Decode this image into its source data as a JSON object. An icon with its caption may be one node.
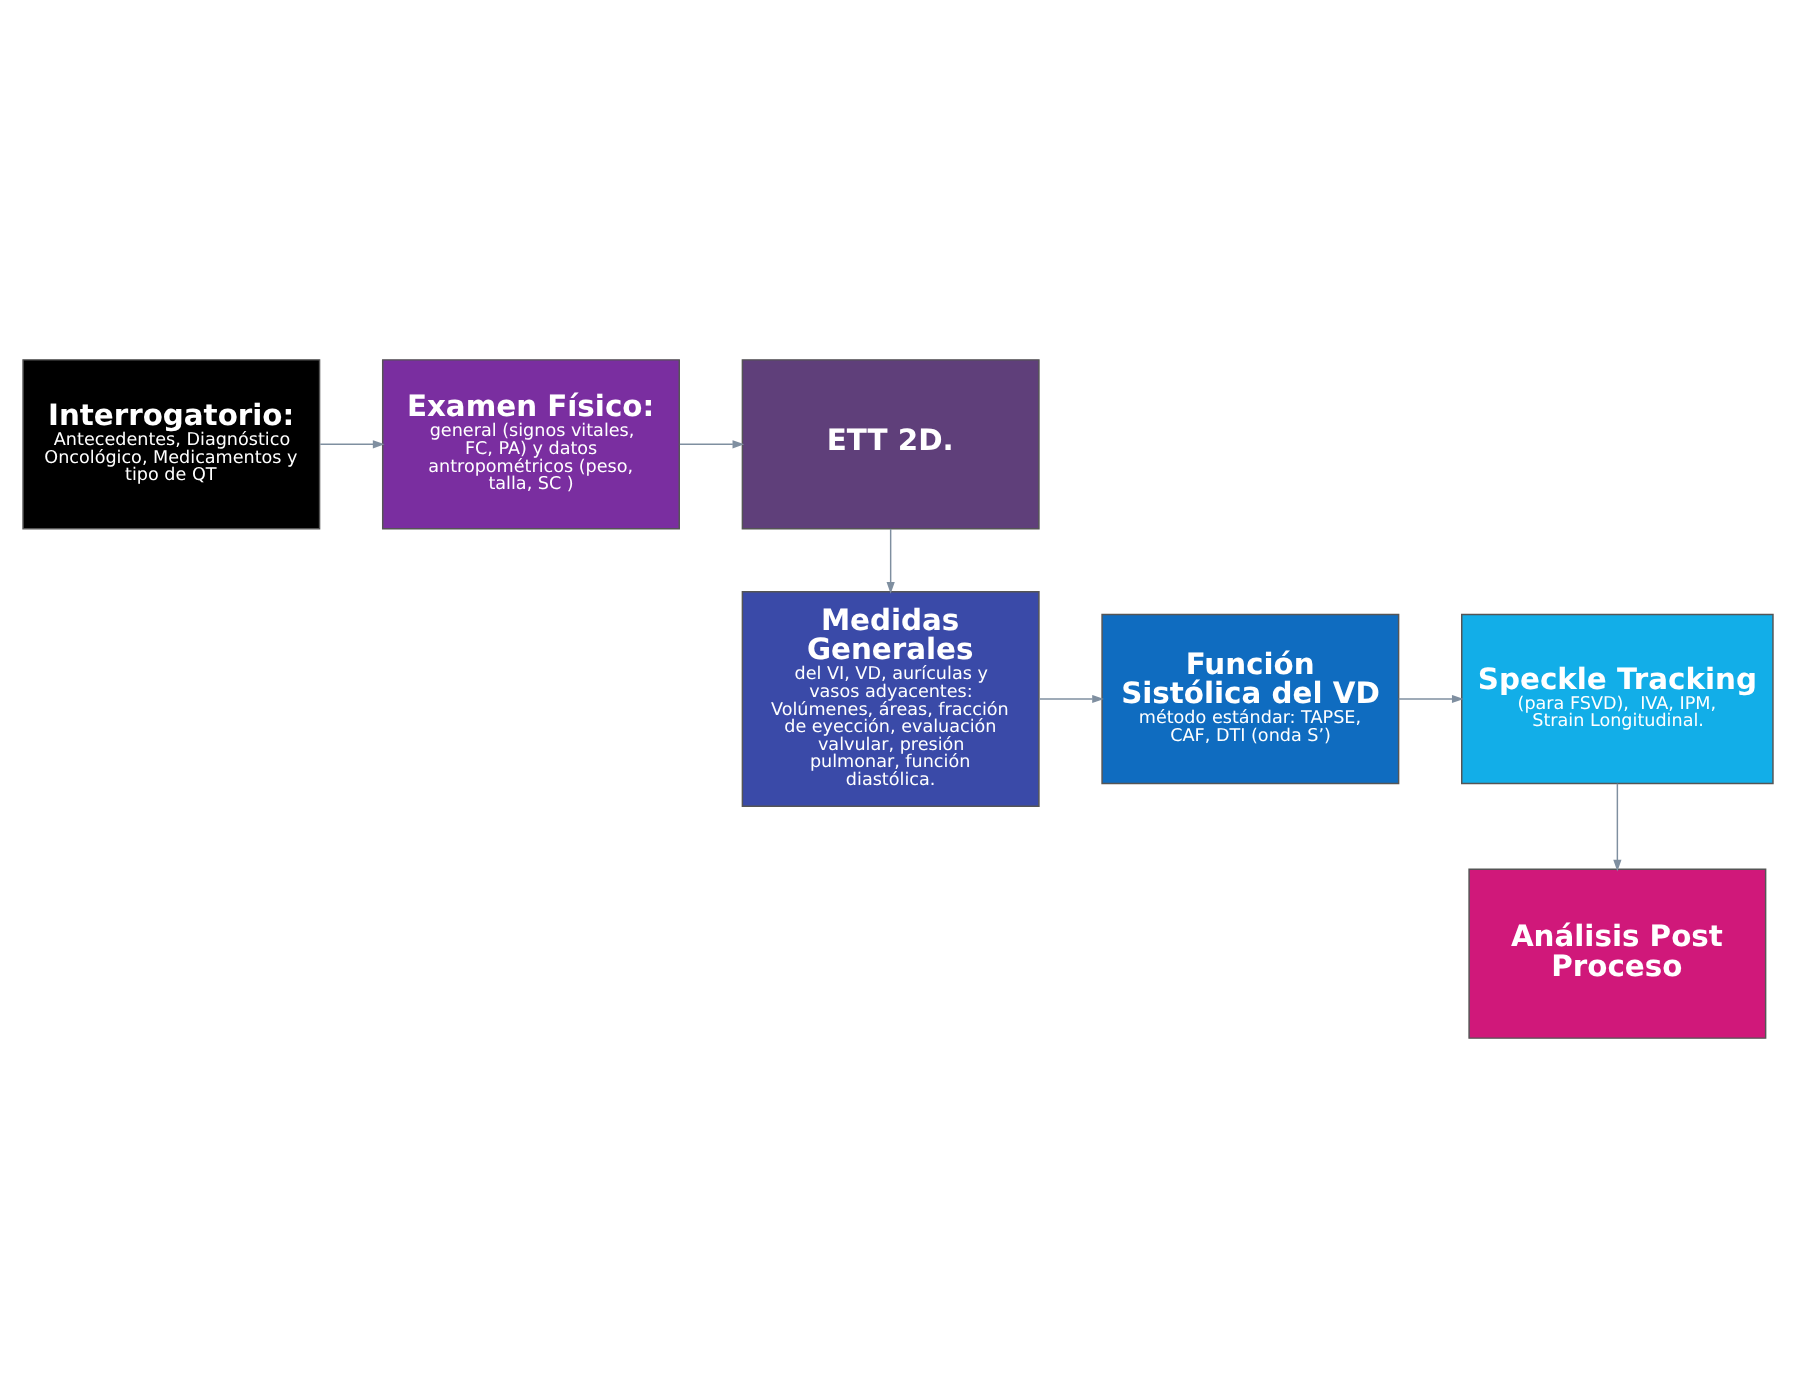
{
  "diagram": {
    "nodes": [
      {
        "text": [
          "Interrogatorio:",
          "Antecedentes, Diagnóstico Oncológico, Medicamentos y tipo de QT"
        ]
      },
      {
        "text": [
          "Examen Físico:",
          "general (signos vitales, FC, PA) y datos antropométricos (peso, talla, SC )"
        ]
      },
      {
        "text": [
          "ETT 2D."
        ]
      },
      {
        "text": [
          "Medidas Generales",
          "del VI, VD, aurículas y vasos adyacentes: Volúmenes, áreas, fracción de eyección, evaluación valvular, presión pulmonar, función diastólica."
        ]
      },
      {
        "text": [
          "Función Sistólica del VD",
          "método estándar: TAPSE, CAF, DTI (onda S’)"
        ]
      },
      {
        "text": [
          "Speckle Tracking",
          "(para FSVD),  IVA, IPM, Strain Longitudinal."
        ]
      },
      {
        "text": [
          "Análisis Post Proceso"
        ]
      }
    ],
    "edges": [
      {
        "from": 0,
        "to": 1,
        "arrow": "to"
      },
      {
        "from": 1,
        "to": 2,
        "arrow": "to"
      },
      {
        "from": 2,
        "to": 3,
        "arrow": "to"
      },
      {
        "from": 3,
        "to": 4,
        "arrow": "to"
      },
      {
        "from": 4,
        "to": 5,
        "arrow": "to"
      },
      {
        "from": 5,
        "to": 6,
        "arrow": "to"
      }
    ]
  }
}
